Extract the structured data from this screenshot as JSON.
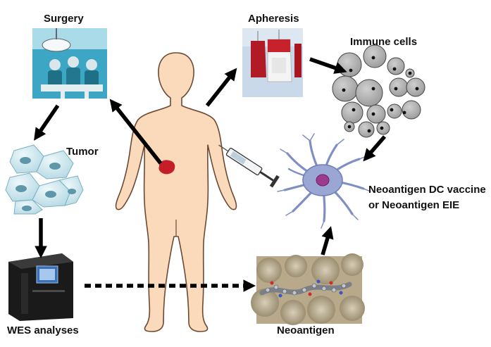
{
  "labels": {
    "surgery": "Surgery",
    "apheresis": "Apheresis",
    "immune_cells": "Immune cells",
    "tumor": "Tumor",
    "dc_vaccine_line1": "Neoantigen DC vaccine",
    "dc_vaccine_line2": "or Neoantigen EIE",
    "wes": "WES analyses",
    "neoantigen": "Neoantigen"
  },
  "icons": {
    "body": "human-body-illustration",
    "surgery": "surgery-team-icon",
    "blood_bag": "blood-bag-icon",
    "immune_cells": "immune-cells-cluster-icon",
    "tumor_cells": "tumor-cells-icon",
    "dendritic_cell": "dendritic-cell-icon",
    "syringe": "syringe-icon",
    "sequencer": "sequencer-machine-icon",
    "protein_surface": "protein-surface-icon"
  },
  "colors": {
    "skin": "#fbd9bb",
    "skin_outline": "#6b4a35",
    "tumor": "#c41e28",
    "arrow": "#000000",
    "cell_gray": "#a9a9a9",
    "tumor_cell": "#cde7ee",
    "dc_cell": "#8796c8",
    "protein": "#b7a989"
  }
}
